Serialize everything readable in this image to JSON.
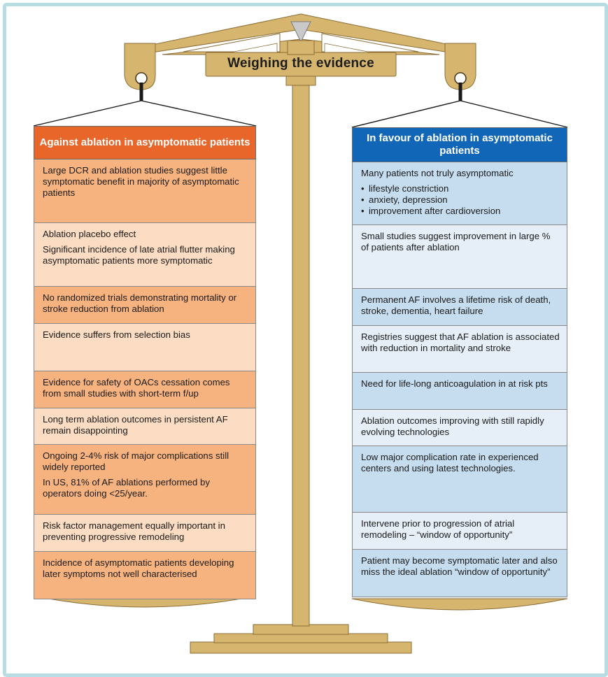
{
  "title": "Weighing the evidence",
  "colors": {
    "against_header": "#e8662a",
    "favour_header": "#1266b8",
    "scale_gold": "#d6b56e",
    "frame": "#b7dde3"
  },
  "against": {
    "heading": "Against ablation in asymptomatic patients",
    "items": [
      {
        "paragraphs": [
          "Large DCR and ablation studies suggest little symptomatic benefit in majority of asymptomatic patients"
        ]
      },
      {
        "paragraphs": [
          "Ablation placebo effect",
          "Significant incidence of late atrial flutter making asymptomatic patients more symptomatic"
        ]
      },
      {
        "paragraphs": [
          "No randomized trials demonstrating mortality or stroke reduction from ablation"
        ]
      },
      {
        "paragraphs": [
          "Evidence suffers from selection bias"
        ]
      },
      {
        "paragraphs": [
          "Evidence for safety of OACs cessation comes from small studies with short-term f/up"
        ]
      },
      {
        "paragraphs": [
          "Long term ablation outcomes in persistent AF remain disappointing"
        ]
      },
      {
        "paragraphs": [
          "Ongoing 2-4% risk of major complications still widely reported",
          "In US, 81% of AF ablations performed by operators doing <25/year."
        ]
      },
      {
        "paragraphs": [
          "Risk factor management equally important in preventing progressive remodeling"
        ]
      },
      {
        "paragraphs": [
          "Incidence of asymptomatic patients developing later symptoms not well characterised"
        ]
      }
    ]
  },
  "favour": {
    "heading": "In favour of ablation in asymptomatic patients",
    "items": [
      {
        "paragraphs": [
          "Many patients not truly asymptomatic"
        ],
        "bullets": [
          "lifestyle constriction",
          "anxiety, depression",
          "improvement after cardioversion"
        ]
      },
      {
        "paragraphs": [
          "Small studies suggest improvement in large % of patients after ablation"
        ]
      },
      {
        "paragraphs": [
          "Permanent AF involves a lifetime risk of death, stroke, dementia, heart failure"
        ]
      },
      {
        "paragraphs": [
          "Registries suggest that AF ablation is associated with reduction in mortality and stroke"
        ]
      },
      {
        "paragraphs": [
          "Need for life-long anticoagulation in at risk pts"
        ]
      },
      {
        "paragraphs": [
          "Ablation outcomes improving with still rapidly evolving technologies"
        ]
      },
      {
        "paragraphs": [
          "Low major complication rate in experienced centers and using latest technologies."
        ]
      },
      {
        "paragraphs": [
          "Intervene prior to progression of atrial remodeling – “window of opportunity”"
        ]
      },
      {
        "paragraphs": [
          "Patient may become symptomatic later and also miss the ideal ablation “window of opportunity”"
        ]
      }
    ]
  }
}
